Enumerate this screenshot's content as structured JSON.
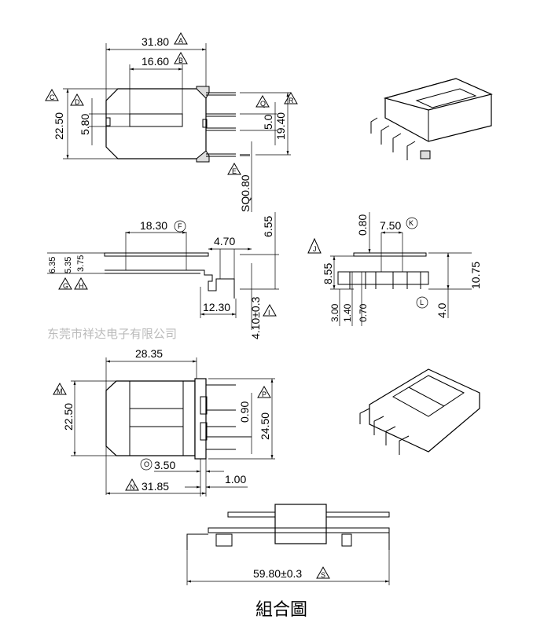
{
  "top_view": {
    "dims": {
      "width": "31.80",
      "window_width": "16.60",
      "height": "22.50",
      "window_height": "5.80",
      "pin_pitch": "5.0",
      "pin_span": "19.40",
      "pin_size": "SQ0.80"
    },
    "tags": {
      "width": "A",
      "window_width": "B",
      "height": "C",
      "window_height": "D",
      "pin_pitch": "Q",
      "pin_span": "R",
      "pin_size": "E"
    }
  },
  "side_view": {
    "dims": {
      "flange_width": "18.30",
      "pin_offset": "4.70",
      "overall": "6.55",
      "total_a": "6.35",
      "total_b": "5.35",
      "gap": "3.75",
      "pin_reach": "12.30",
      "pin_length": "4.10±0.3"
    },
    "tags": {
      "flange_width": "F",
      "total_a": "G",
      "total_b": "H",
      "pin_length": "I"
    }
  },
  "end_view": {
    "dims": {
      "plate": "0.80",
      "slot": "7.50",
      "height": "8.55",
      "total": "10.75",
      "pin_a": "3.00",
      "pin_b": "1.40",
      "pin_c": "0.70",
      "standoff": "4.0"
    },
    "tags": {
      "slot": "K",
      "height": "J",
      "standoff": "L"
    }
  },
  "bottom_view": {
    "dims": {
      "length": "28.35",
      "height": "22.50",
      "pin_gap": "0.90",
      "span": "24.50",
      "offset": "3.50",
      "overall": "31.85",
      "pin_thickness": "1.00"
    },
    "tags": {
      "height": "M",
      "span": "P",
      "offset": "O",
      "overall": "N"
    }
  },
  "assembly": {
    "overall": "59.80±0.3",
    "tag": "S"
  },
  "watermark": "东莞市祥达电子有限公司",
  "caption": "組合圖"
}
